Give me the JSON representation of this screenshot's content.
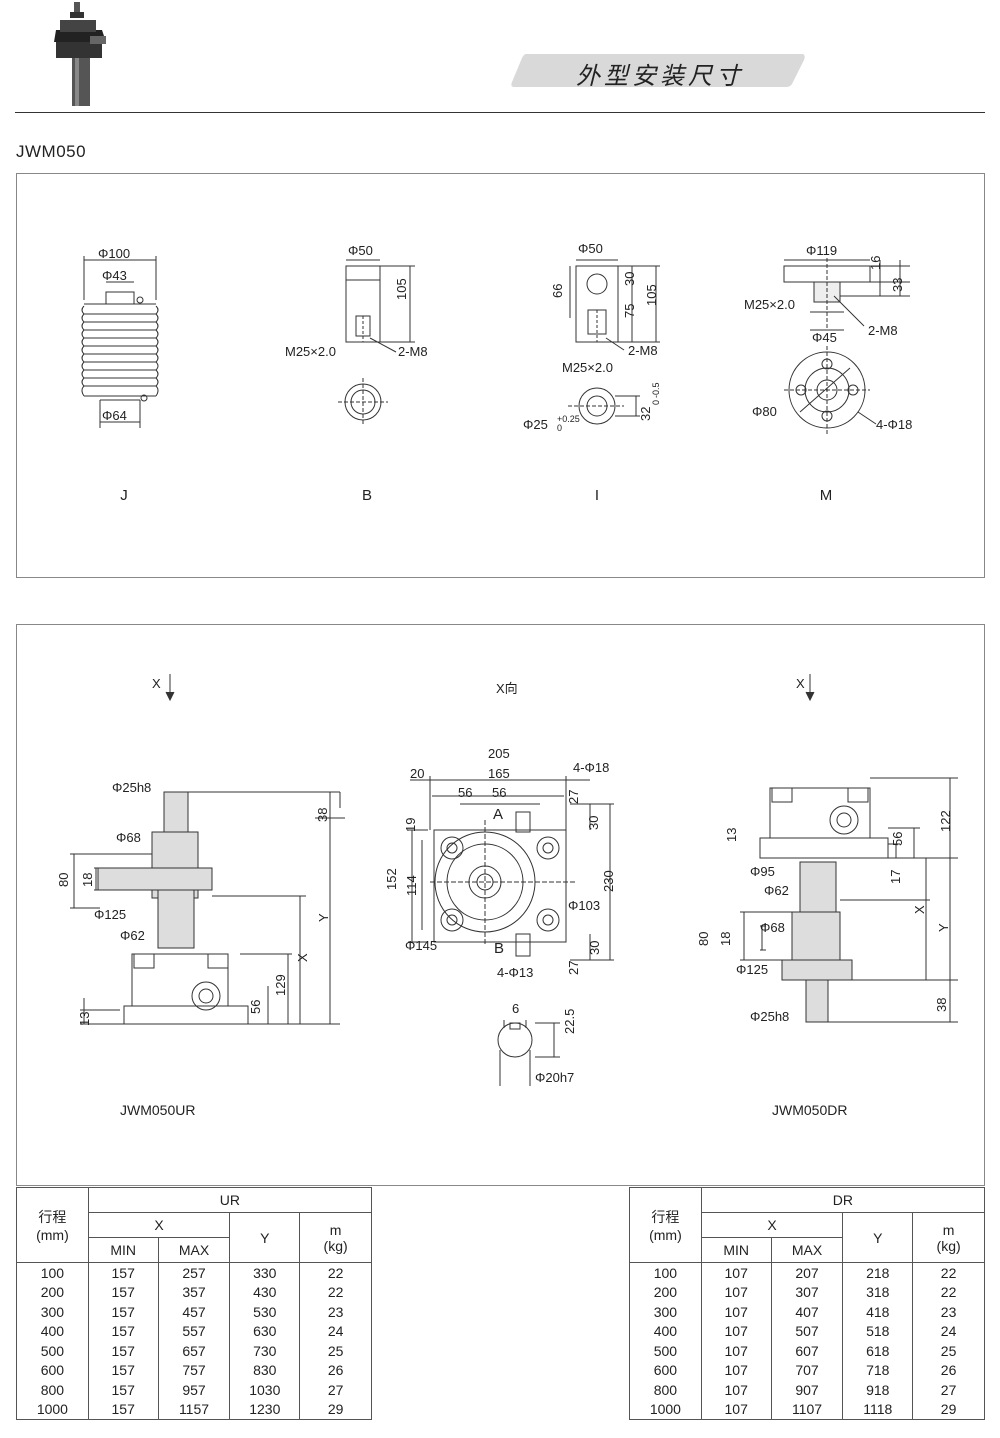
{
  "page": {
    "title": "外型安装尺寸",
    "model": "JWM050"
  },
  "top_panel": {
    "J": {
      "label": "J",
      "dims": [
        "Φ100",
        "Φ43",
        "Φ64"
      ]
    },
    "B": {
      "label": "B",
      "dims": [
        "Φ50",
        "105",
        "M25×2.0",
        "2-M8"
      ]
    },
    "I": {
      "label": "I",
      "dims": [
        "Φ50",
        "66",
        "30",
        "75",
        "105",
        "2-M8",
        "M25×2.0",
        "Φ25",
        "+0.25",
        "0",
        "32",
        "0",
        "-0.5"
      ]
    },
    "M": {
      "label": "M",
      "dims": [
        "Φ119",
        "16",
        "33",
        "M25×2.0",
        "2-M8",
        "Φ45",
        "Φ80",
        "4-Φ18"
      ]
    }
  },
  "bottom_panel": {
    "ur_arrow": "X",
    "x_view": "X向",
    "dr_arrow": "X",
    "ur_label": "JWM050UR",
    "dr_label": "JWM050DR",
    "ur_dims": [
      "Φ25h8",
      "38",
      "Φ68",
      "80",
      "18",
      "Φ125",
      "Φ62",
      "Y",
      "X",
      "129",
      "56",
      "13"
    ],
    "xv_dims": [
      "205",
      "20",
      "165",
      "56",
      "56",
      "4-Φ18",
      "27",
      "30",
      "A",
      "19",
      "152",
      "114",
      "230",
      "Φ103",
      "Φ145",
      "B",
      "4-Φ13",
      "30",
      "27"
    ],
    "key_dims": [
      "6",
      "22.5",
      "Φ20h7"
    ],
    "dr_dims": [
      "122",
      "13",
      "56",
      "Φ95",
      "17",
      "Φ62",
      "X",
      "Y",
      "Φ68",
      "80",
      "18",
      "Φ125",
      "38",
      "Φ25h8"
    ]
  },
  "tables": {
    "ur": {
      "head_stroke": "行程",
      "head_unit": "(mm)",
      "group": "UR",
      "x": "X",
      "min": "MIN",
      "max": "MAX",
      "y": "Y",
      "m": "m",
      "m_unit": "(kg)",
      "rows": [
        [
          "100",
          "157",
          "257",
          "330",
          "22"
        ],
        [
          "200",
          "157",
          "357",
          "430",
          "22"
        ],
        [
          "300",
          "157",
          "457",
          "530",
          "23"
        ],
        [
          "400",
          "157",
          "557",
          "630",
          "24"
        ],
        [
          "500",
          "157",
          "657",
          "730",
          "25"
        ],
        [
          "600",
          "157",
          "757",
          "830",
          "26"
        ],
        [
          "800",
          "157",
          "957",
          "1030",
          "27"
        ],
        [
          "1000",
          "157",
          "1157",
          "1230",
          "29"
        ]
      ]
    },
    "dr": {
      "head_stroke": "行程",
      "head_unit": "(mm)",
      "group": "DR",
      "x": "X",
      "min": "MIN",
      "max": "MAX",
      "y": "Y",
      "m": "m",
      "m_unit": "(kg)",
      "rows": [
        [
          "100",
          "107",
          "207",
          "218",
          "22"
        ],
        [
          "200",
          "107",
          "307",
          "318",
          "22"
        ],
        [
          "300",
          "107",
          "407",
          "418",
          "23"
        ],
        [
          "400",
          "107",
          "507",
          "518",
          "24"
        ],
        [
          "500",
          "107",
          "607",
          "618",
          "25"
        ],
        [
          "600",
          "107",
          "707",
          "718",
          "26"
        ],
        [
          "800",
          "107",
          "907",
          "918",
          "27"
        ],
        [
          "1000",
          "107",
          "1107",
          "1118",
          "29"
        ]
      ]
    }
  }
}
